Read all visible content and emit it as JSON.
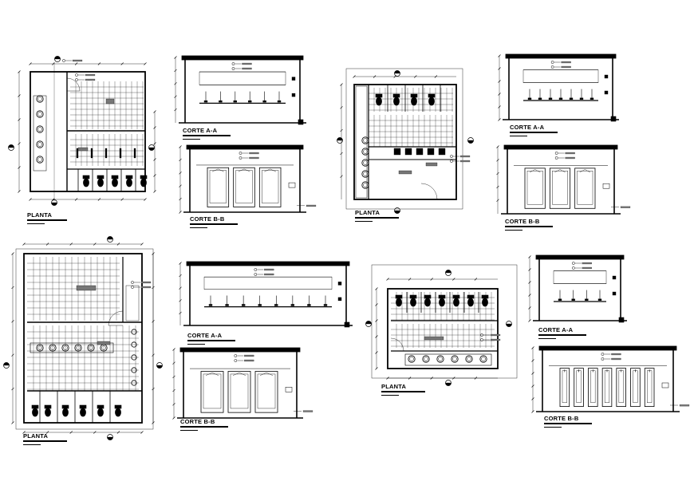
{
  "drawings": [
    {
      "id": "d1",
      "type": "plan",
      "title": "PLANTA"
    },
    {
      "id": "d2",
      "type": "section",
      "title": "CORTE A-A"
    },
    {
      "id": "d3",
      "type": "section",
      "title": "CORTE B-B"
    },
    {
      "id": "d4",
      "type": "plan",
      "title": "PLANTA"
    },
    {
      "id": "d5",
      "type": "section",
      "title": "CORTE A-A"
    },
    {
      "id": "d6",
      "type": "section",
      "title": "CORTE B-B"
    },
    {
      "id": "d7",
      "type": "plan",
      "title": "PLANTA"
    },
    {
      "id": "d8",
      "type": "section",
      "title": "CORTE A-A"
    },
    {
      "id": "d9",
      "type": "section",
      "title": "CORTE B-B"
    },
    {
      "id": "d10",
      "type": "plan",
      "title": "PLANTA"
    },
    {
      "id": "d11",
      "type": "section",
      "title": "CORTE A-A"
    },
    {
      "id": "d12",
      "type": "section",
      "title": "CORTE B-B"
    }
  ],
  "colors": {
    "line": "#000000",
    "background": "#ffffff"
  }
}
